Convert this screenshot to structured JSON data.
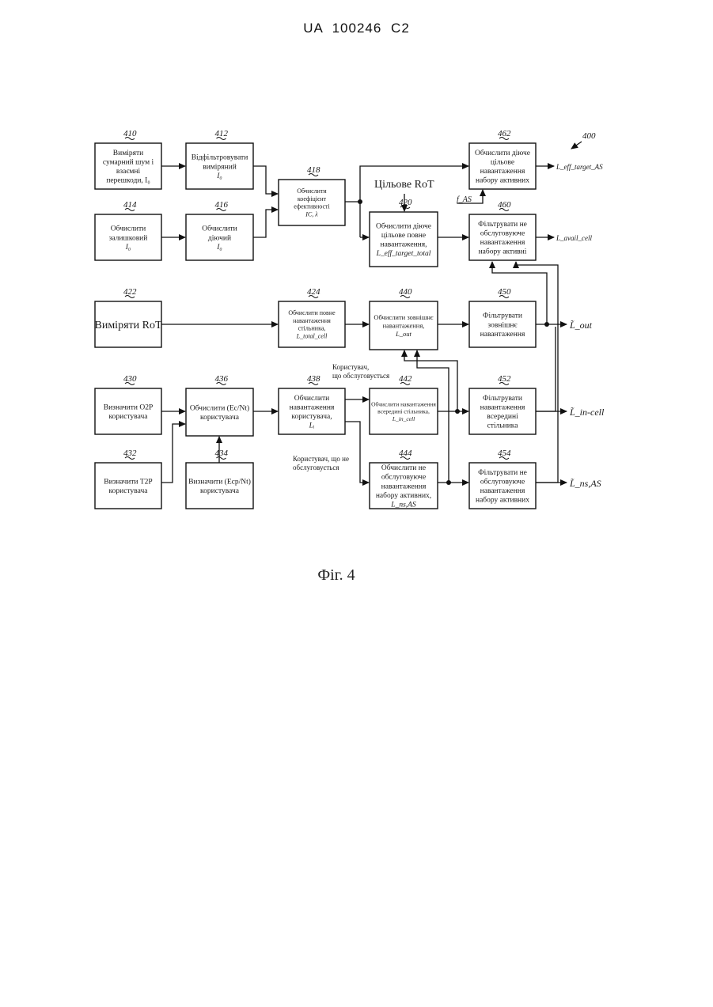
{
  "header": {
    "patent_number": "UA   100246   C2"
  },
  "figure": {
    "ref": "400",
    "caption": "Фіг. 4",
    "blocks": {
      "b410": {
        "num": "410",
        "lines": [
          "Виміряти",
          "сумарний шум і",
          "взаємні",
          "перешкоди, I₀"
        ]
      },
      "b412": {
        "num": "412",
        "lines": [
          "Відфільтровувати",
          "виміряний",
          "I₀"
        ]
      },
      "b414": {
        "num": "414",
        "lines": [
          "Обчислити",
          "залишковий",
          "I₀"
        ]
      },
      "b416": {
        "num": "416",
        "lines": [
          "Обчислити",
          "діючий",
          "I₀"
        ]
      },
      "b418": {
        "num": "418",
        "lines": [
          "Обчислити",
          "коефіцієнт",
          "ефективності",
          "IC, λ"
        ]
      },
      "b420": {
        "num": "420",
        "lines": [
          "Обчислити діюче",
          "цільове повне",
          "навантаження,",
          "L_eff_target_total"
        ]
      },
      "b462": {
        "num": "462",
        "lines": [
          "Обчислити діюче",
          "цільове",
          "навантаження",
          "набору активних"
        ]
      },
      "b460": {
        "num": "460",
        "lines": [
          "Фільтрувати не",
          "обслуговуюче",
          "навантаження",
          "набору активні"
        ]
      },
      "b422": {
        "num": "422",
        "lines": [
          "Виміряти RoT"
        ]
      },
      "b424": {
        "num": "424",
        "lines": [
          "Обчислити повне",
          "навантаження",
          "стільника,",
          "L_total_cell"
        ]
      },
      "b440": {
        "num": "440",
        "lines": [
          "Обчислити зовнішнє",
          "навантаження,",
          "L_out"
        ]
      },
      "b450": {
        "num": "450",
        "lines": [
          "Фільтрувати",
          "зовнішнє",
          "навантаження"
        ]
      },
      "b430": {
        "num": "430",
        "lines": [
          "Визначити O2P",
          "користувача"
        ]
      },
      "b436": {
        "num": "436",
        "lines": [
          "Обчислити (Ec/Nt)",
          "користувача"
        ]
      },
      "b438": {
        "num": "438",
        "lines": [
          "Обчислити",
          "навантаження",
          "користувача,",
          "Lᵢ"
        ]
      },
      "b442": {
        "num": "442",
        "lines": [
          "Обчислити навантаження",
          "всередині стільника,",
          "L_in_cell"
        ]
      },
      "b452": {
        "num": "452",
        "lines": [
          "Фільтрувати",
          "навантаження",
          "всередині",
          "стільника"
        ]
      },
      "b432": {
        "num": "432",
        "lines": [
          "Визначити T2P",
          "користувача"
        ]
      },
      "b434": {
        "num": "434",
        "lines": [
          "Визначити (Ecp/Nt)",
          "користувача"
        ]
      },
      "b444": {
        "num": "444",
        "lines": [
          "Обчислити не",
          "обслуговуюче",
          "навантаження",
          "набору активних,",
          "L_ns,AS"
        ]
      },
      "b454": {
        "num": "454",
        "lines": [
          "Фільтрувати не",
          "обслуговуюче",
          "навантаження",
          "набору активних"
        ]
      }
    },
    "labels": {
      "target_rot": "Цільове RoT",
      "f_as": "f_AS",
      "served_user": "Користувач, що обслуговується",
      "nonserved_user": "Користувач, що не обслуговується"
    },
    "outputs": {
      "o462": "L_eff_target_AS",
      "o460": "L_avail_cell",
      "o450": "L̃_out",
      "o452": "L̃_in-cell",
      "o454": "L̃_ns,AS"
    }
  }
}
